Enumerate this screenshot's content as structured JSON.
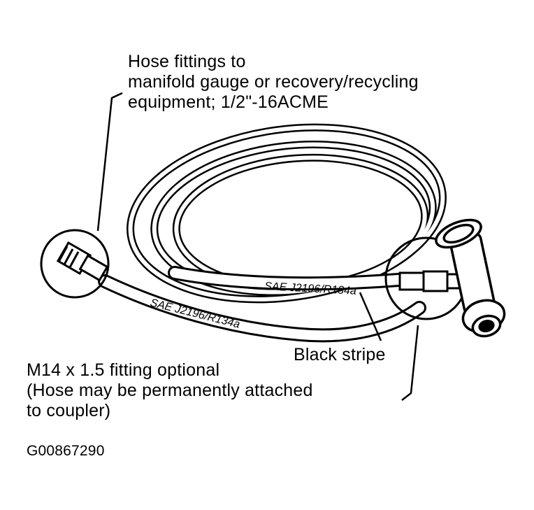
{
  "labels": {
    "hose_fittings": [
      "Hose fittings to",
      "manifold gauge or recovery/recycling",
      "equipment; 1/2\"-16ACME"
    ],
    "fitting_optional": [
      "M14 x 1.5 fitting optional",
      "(Hose may be permanently attached",
      "to coupler)"
    ],
    "black_stripe": "Black stripe",
    "figure_id": "G00867290"
  },
  "hose_markings": {
    "upper": "SAE J2196/R134a",
    "lower": "SAE J2196/R134a"
  },
  "colors": {
    "ink": "#000000",
    "paper": "#ffffff"
  }
}
